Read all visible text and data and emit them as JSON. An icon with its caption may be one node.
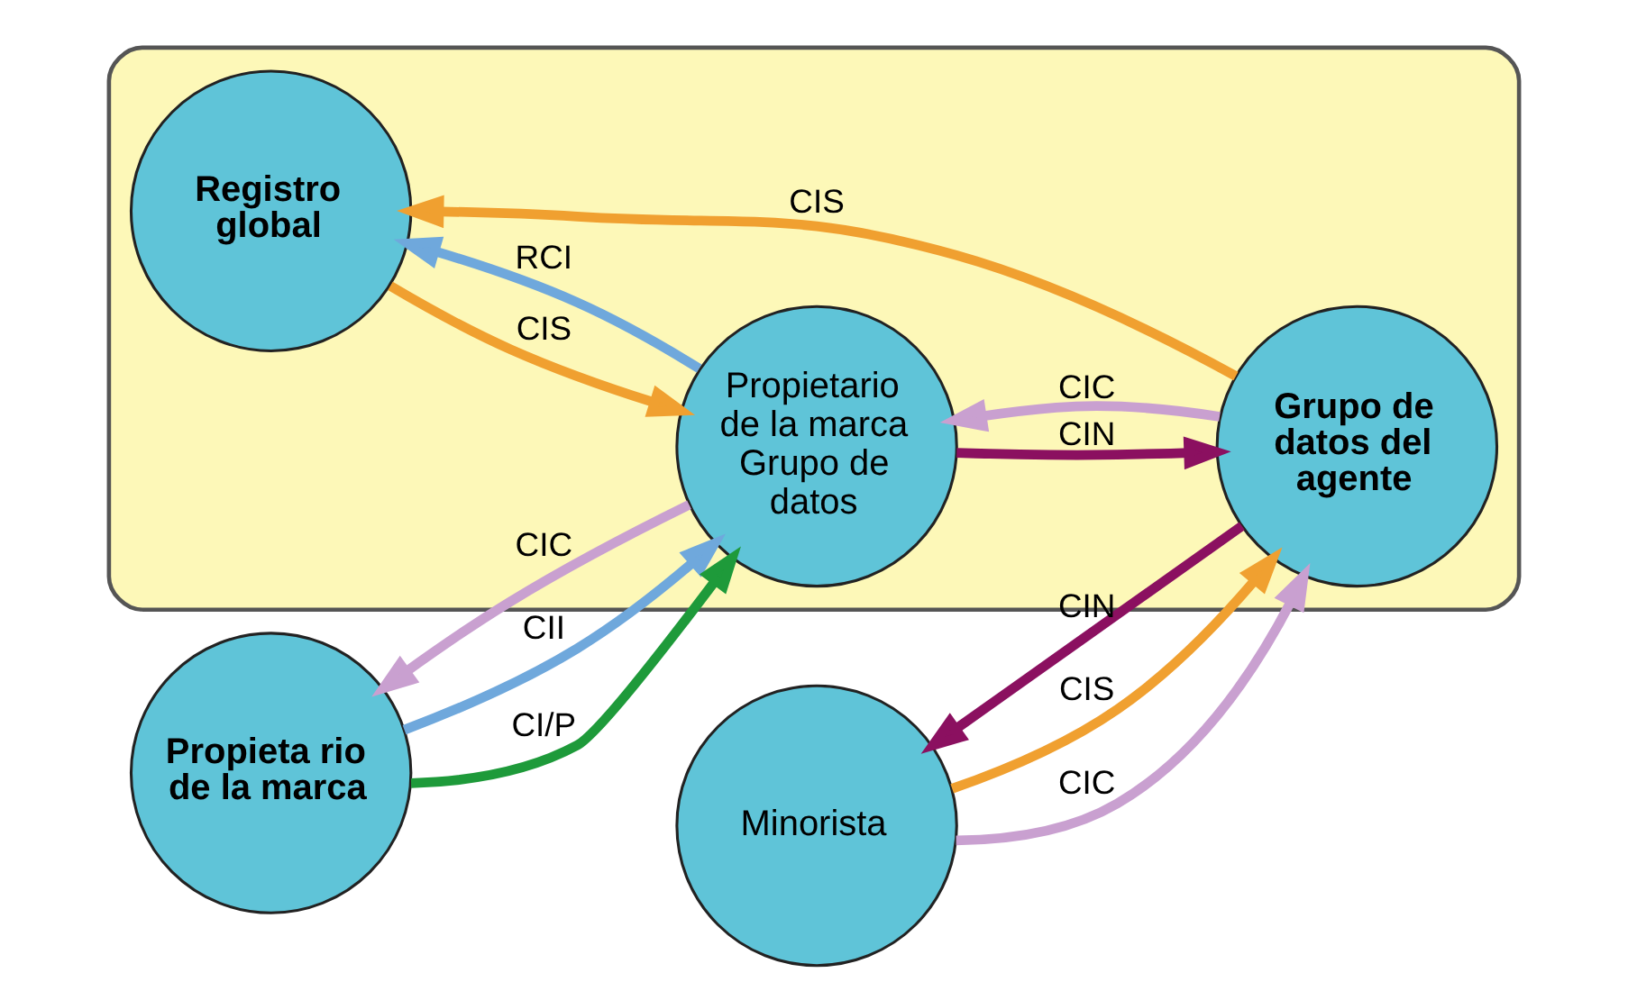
{
  "diagram": {
    "nodes": [
      {
        "text": [],
        "shape": "cloud"
      },
      {
        "text": [
          "Registro global"
        ],
        "in": 0
      },
      {
        "text": [
          "Propietario de la marca Grupo de datos"
        ],
        "in": 0
      },
      {
        "text": [
          "Grupo de datos del agente"
        ],
        "in": 0
      },
      {
        "text": [
          "Propieta rio de la marca"
        ]
      },
      {
        "text": [
          "Minorista"
        ]
      }
    ],
    "edges": [
      {
        "from": 2,
        "to": 1,
        "arrow": "to",
        "label": "RCI",
        "color": "#6fa8dc"
      },
      {
        "from": 1,
        "to": 2,
        "arrow": "to",
        "label": "CIS",
        "color": "#f0a030"
      },
      {
        "from": 3,
        "to": 1,
        "arrow": "to",
        "label": "CIS",
        "color": "#f0a030"
      },
      {
        "from": 2,
        "to": 3,
        "arrow": "to",
        "label": "CIN",
        "color": "#8b1060"
      },
      {
        "from": 3,
        "to": 2,
        "arrow": "to",
        "label": "CIC",
        "color": "#c9a0d0"
      },
      {
        "from": 4,
        "to": 2,
        "arrow": "to",
        "label": "CII",
        "color": "#6fa8dc"
      },
      {
        "from": 4,
        "to": 2,
        "arrow": "to",
        "label": "CI/P",
        "color": "#1e9a3a"
      },
      {
        "from": 2,
        "to": 4,
        "arrow": "to",
        "label": "CIC",
        "color": "#c9a0d0"
      },
      {
        "from": 3,
        "to": 5,
        "arrow": "to",
        "label": "CIN",
        "color": "#8b1060"
      },
      {
        "from": 5,
        "to": 3,
        "arrow": "to",
        "label": "CIS",
        "color": "#f0a030"
      },
      {
        "from": 5,
        "to": 3,
        "arrow": "to",
        "label": "CIC",
        "color": "#c9a0d0"
      }
    ]
  }
}
